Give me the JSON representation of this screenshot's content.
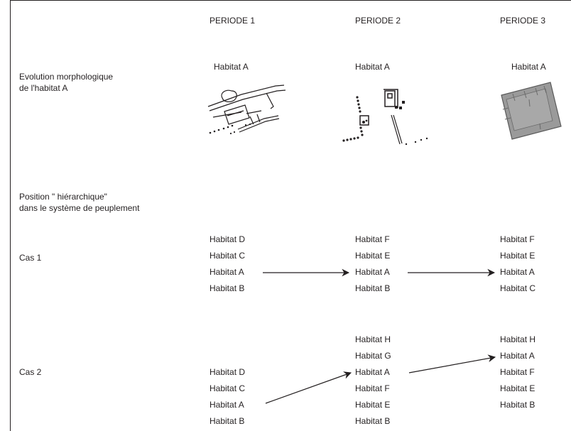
{
  "periods": [
    "PERIODE 1",
    "PERIODE 2",
    "PERIODE 3"
  ],
  "evolution": {
    "label_line1": "Evolution morphologique",
    "label_line2": "de l'habitat A",
    "habitat_labels": [
      "Habitat A",
      "Habitat A",
      "Habitat A"
    ]
  },
  "position": {
    "label_line1": "Position \" hiérarchique\"",
    "label_line2": "dans le système de peuplement"
  },
  "cas1": {
    "label": "Cas 1",
    "p1": [
      "Habitat D",
      "Habitat C",
      "Habitat A",
      "Habitat B"
    ],
    "p2": [
      "Habitat F",
      "Habitat E",
      "Habitat A",
      "Habitat B"
    ],
    "p3": [
      "Habitat F",
      "Habitat E",
      "Habitat A",
      "Habitat C"
    ]
  },
  "cas2": {
    "label": "Cas  2",
    "p1": [
      "Habitat D",
      "Habitat C",
      "Habitat A",
      "Habitat B"
    ],
    "p2": [
      "Habitat H",
      "Habitat G",
      "Habitat A",
      "Habitat F",
      "Habitat E",
      "Habitat B"
    ],
    "p3": [
      "Habitat H",
      "Habitat A",
      "Habitat F",
      "Habitat E",
      "Habitat B"
    ]
  }
}
